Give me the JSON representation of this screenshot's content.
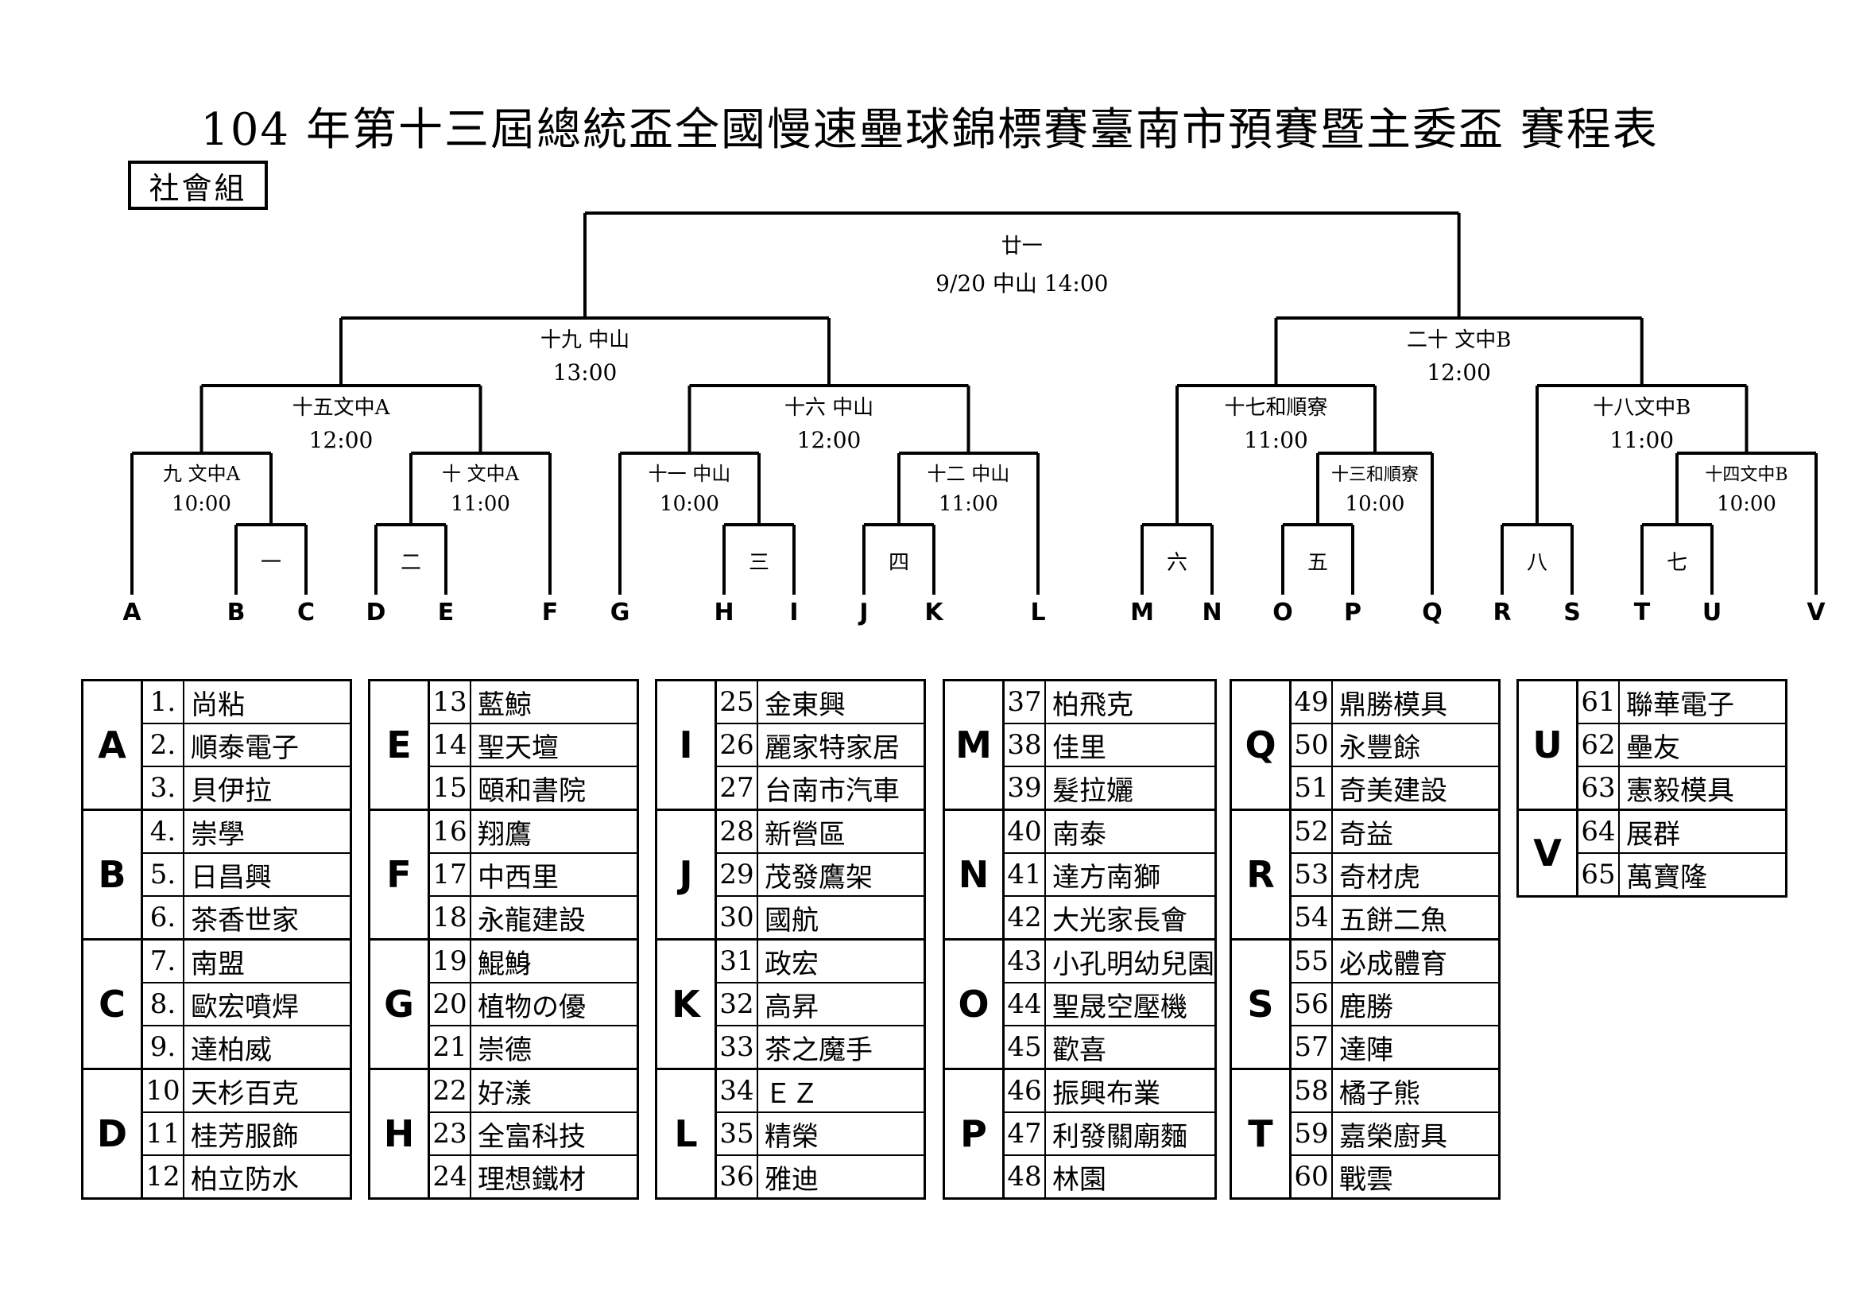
{
  "title": "104 年第十三屆總統盃全國慢速壘球錦標賽臺南市預賽暨主委盃  賽程表",
  "group_label": "社會組",
  "bracket": {
    "games": [
      {
        "id": "g21",
        "label": "廿一",
        "sub": "9/20  中山  14:00"
      },
      {
        "id": "g19",
        "label": "十九  中山",
        "sub": "13:00"
      },
      {
        "id": "g20",
        "label": "二十  文中B",
        "sub": "12:00"
      },
      {
        "id": "g15",
        "label": "十五文中A",
        "sub": "12:00"
      },
      {
        "id": "g16",
        "label": "十六  中山",
        "sub": "12:00"
      },
      {
        "id": "g17",
        "label": "十七和順寮",
        "sub": "11:00"
      },
      {
        "id": "g18",
        "label": "十八文中B",
        "sub": "11:00"
      },
      {
        "id": "g9",
        "label": "九  文中A",
        "sub": "10:00"
      },
      {
        "id": "g10",
        "label": "十  文中A",
        "sub": "11:00"
      },
      {
        "id": "g11",
        "label": "十一  中山",
        "sub": "10:00"
      },
      {
        "id": "g12",
        "label": "十二  中山",
        "sub": "11:00"
      },
      {
        "id": "g13",
        "label": "十三和順寮",
        "sub": "10:00"
      },
      {
        "id": "g14",
        "label": "十四文中B",
        "sub": "10:00"
      },
      {
        "id": "g1",
        "label": "一",
        "sub": ""
      },
      {
        "id": "g2",
        "label": "二",
        "sub": ""
      },
      {
        "id": "g3",
        "label": "三",
        "sub": ""
      },
      {
        "id": "g4",
        "label": "四",
        "sub": ""
      },
      {
        "id": "g5",
        "label": "五",
        "sub": ""
      },
      {
        "id": "g6",
        "label": "六",
        "sub": ""
      },
      {
        "id": "g7",
        "label": "七",
        "sub": ""
      },
      {
        "id": "g8",
        "label": "八",
        "sub": ""
      }
    ],
    "slots": [
      "A",
      "B",
      "C",
      "D",
      "E",
      "F",
      "G",
      "H",
      "I",
      "J",
      "K",
      "L",
      "M",
      "N",
      "O",
      "P",
      "Q",
      "R",
      "S",
      "T",
      "U",
      "V"
    ]
  },
  "teams": [
    {
      "group": "A",
      "entries": [
        [
          "1.",
          "尚粘"
        ],
        [
          "2.",
          "順泰電子"
        ],
        [
          "3.",
          "貝伊拉"
        ]
      ]
    },
    {
      "group": "B",
      "entries": [
        [
          "4.",
          "崇學"
        ],
        [
          "5.",
          "日昌興"
        ],
        [
          "6.",
          "茶香世家"
        ]
      ]
    },
    {
      "group": "C",
      "entries": [
        [
          "7.",
          "南盟"
        ],
        [
          "8.",
          "歐宏噴焊"
        ],
        [
          "9.",
          "達柏威"
        ]
      ]
    },
    {
      "group": "D",
      "entries": [
        [
          "10",
          "天杉百克"
        ],
        [
          "11",
          "桂芳服飾"
        ],
        [
          "12",
          "柏立防水"
        ]
      ]
    },
    {
      "group": "E",
      "entries": [
        [
          "13",
          "藍鯨"
        ],
        [
          "14",
          "聖天壇"
        ],
        [
          "15",
          "頤和書院"
        ]
      ]
    },
    {
      "group": "F",
      "entries": [
        [
          "16",
          "翔鷹"
        ],
        [
          "17",
          "中西里"
        ],
        [
          "18",
          "永龍建設"
        ]
      ]
    },
    {
      "group": "G",
      "entries": [
        [
          "19",
          "鯤鯓"
        ],
        [
          "20",
          "植物の優"
        ],
        [
          "21",
          "崇德"
        ]
      ]
    },
    {
      "group": "H",
      "entries": [
        [
          "22",
          "好漾"
        ],
        [
          "23",
          "全富科技"
        ],
        [
          "24",
          "理想鐵材"
        ]
      ]
    },
    {
      "group": "I",
      "entries": [
        [
          "25",
          "金東興"
        ],
        [
          "26",
          "麗家特家居"
        ],
        [
          "27",
          "台南市汽車"
        ]
      ]
    },
    {
      "group": "J",
      "entries": [
        [
          "28",
          "新營區"
        ],
        [
          "29",
          "茂發鷹架"
        ],
        [
          "30",
          "國航"
        ]
      ]
    },
    {
      "group": "K",
      "entries": [
        [
          "31",
          "政宏"
        ],
        [
          "32",
          "高昇"
        ],
        [
          "33",
          "茶之魔手"
        ]
      ]
    },
    {
      "group": "L",
      "entries": [
        [
          "34",
          "ＥＺ"
        ],
        [
          "35",
          "精榮"
        ],
        [
          "36",
          "雅迪"
        ]
      ]
    },
    {
      "group": "M",
      "entries": [
        [
          "37",
          "柏飛克"
        ],
        [
          "38",
          "佳里"
        ],
        [
          "39",
          "髮拉孋"
        ]
      ]
    },
    {
      "group": "N",
      "entries": [
        [
          "40",
          "南泰"
        ],
        [
          "41",
          "達方南獅"
        ],
        [
          "42",
          "大光家長會"
        ]
      ]
    },
    {
      "group": "O",
      "entries": [
        [
          "43",
          "小孔明幼兒園"
        ],
        [
          "44",
          "聖晟空壓機"
        ],
        [
          "45",
          "歡喜"
        ]
      ]
    },
    {
      "group": "P",
      "entries": [
        [
          "46",
          "振興布業"
        ],
        [
          "47",
          "利發關廟麵"
        ],
        [
          "48",
          "林園"
        ]
      ]
    },
    {
      "group": "Q",
      "entries": [
        [
          "49",
          "鼎勝模具"
        ],
        [
          "50",
          "永豐餘"
        ],
        [
          "51",
          "奇美建設"
        ]
      ]
    },
    {
      "group": "R",
      "entries": [
        [
          "52",
          "奇益"
        ],
        [
          "53",
          "奇材虎"
        ],
        [
          "54",
          "五餅二魚"
        ]
      ]
    },
    {
      "group": "S",
      "entries": [
        [
          "55",
          "必成體育"
        ],
        [
          "56",
          "鹿勝"
        ],
        [
          "57",
          "達陣"
        ]
      ]
    },
    {
      "group": "T",
      "entries": [
        [
          "58",
          "橘子熊"
        ],
        [
          "59",
          "嘉榮廚具"
        ],
        [
          "60",
          "戰雲"
        ]
      ]
    },
    {
      "group": "U",
      "entries": [
        [
          "61",
          "聯華電子"
        ],
        [
          "62",
          "壘友"
        ],
        [
          "63",
          "憲毅模具"
        ]
      ]
    },
    {
      "group": "V",
      "entries": [
        [
          "64",
          "展群"
        ],
        [
          "65",
          "萬寶隆"
        ]
      ]
    }
  ]
}
